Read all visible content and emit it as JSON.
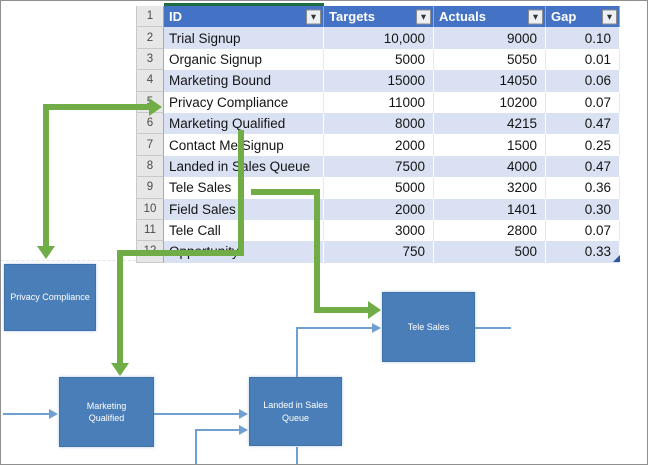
{
  "table": {
    "header_row_number": "1",
    "columns": [
      {
        "label": "ID"
      },
      {
        "label": "Targets"
      },
      {
        "label": "Actuals"
      },
      {
        "label": "Gap"
      }
    ],
    "rows": [
      {
        "n": "2",
        "id": "Trial Signup",
        "targets": "10,000",
        "actuals": "9000",
        "gap": "0.10"
      },
      {
        "n": "3",
        "id": "Organic Signup",
        "targets": "5000",
        "actuals": "5050",
        "gap": "0.01"
      },
      {
        "n": "4",
        "id": "Marketing Bound",
        "targets": "15000",
        "actuals": "14050",
        "gap": "0.06"
      },
      {
        "n": "5",
        "id": "Privacy Compliance",
        "targets": "11000",
        "actuals": "10200",
        "gap": "0.07"
      },
      {
        "n": "6",
        "id": "Marketing Qualified",
        "targets": "8000",
        "actuals": "4215",
        "gap": "0.47"
      },
      {
        "n": "7",
        "id": "Contact Me Signup",
        "targets": "2000",
        "actuals": "1500",
        "gap": "0.25"
      },
      {
        "n": "8",
        "id": "Landed in Sales Queue",
        "targets": "7500",
        "actuals": "4000",
        "gap": "0.47"
      },
      {
        "n": "9",
        "id": "Tele Sales",
        "targets": "5000",
        "actuals": "3200",
        "gap": "0.36"
      },
      {
        "n": "10",
        "id": "Field Sales",
        "targets": "2000",
        "actuals": "1401",
        "gap": "0.30"
      },
      {
        "n": "11",
        "id": "Tele Call",
        "targets": "3000",
        "actuals": "2800",
        "gap": "0.07"
      },
      {
        "n": "12",
        "id": "Opportunity",
        "targets": "750",
        "actuals": "500",
        "gap": "0.33"
      }
    ]
  },
  "flowchart": {
    "boxes": [
      {
        "label": "Privacy Compliance"
      },
      {
        "label": "Marketing Qualified"
      },
      {
        "label": "Landed in Sales Queue"
      },
      {
        "label": "Tele Sales"
      }
    ]
  },
  "icons": {
    "filter_dropdown": "▾"
  },
  "colors": {
    "header_blue": "#4472C4",
    "banded_row_blue": "#D9E1F2",
    "box_blue": "#4A7EB8",
    "arrow_green": "#70AD47",
    "connector_blue": "#6FA0D0",
    "table_top_accent_green": "#1E6B41"
  }
}
